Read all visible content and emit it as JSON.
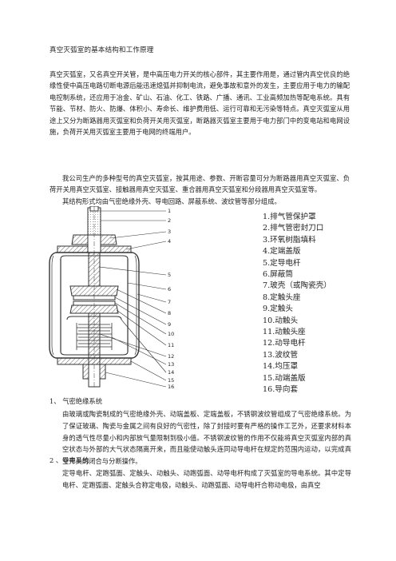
{
  "document": {
    "title": "真空灭弧室的基本结构和工作原理",
    "paragraphs": [
      "真空灭弧室，又名真空开关管，是中高压电力开关的核心部件，其主要作用是，通过管内真空优良的绝缘性使中高压电路切断电源后能迅速熄弧并抑制电流，避免事故和意外的发生，主要应用于电力的输配电控制系统，还应用于冶金、矿山、石油、化工、铁路、广播、通讯、工业高频加热等配电系统。具有节能、节材、防火、防爆、体积小、寿命长、维护费用低、运行可靠和无污染等特点。真空灭弧室从用途上又分为断路器用灭弧室和负荷开关用灭弧室，断路器灭弧室主要用于电力部门中的变电站和电网设施，负荷开关用灭弧室主要用于电网的终端用户。",
      "我公司生产的多种型号的真空灭弧室，按其用途、参数、开断容量可分为断路器用真空灭弧室、负荷开关用真空灭弧室、接触器用真空灭弧室、重合器用真空灭弧室和分段器用真空灭弧室等。",
      "其结构形式均由气密绝缘外壳、导电回路、屏蔽系统、波纹管等部分组成。"
    ]
  },
  "figure": {
    "callout_numbers": [
      "1",
      "2",
      "3",
      "4",
      "5",
      "6",
      "7",
      "8",
      "9",
      "10",
      "11",
      "12",
      "13",
      "14",
      "15",
      "16"
    ],
    "legend": [
      "1.排气管保护罩",
      "2.排气管密封刀口",
      "3.环氧树脂填料",
      "4.定端盖版",
      "5.定导电杆",
      "6.屏蔽筒",
      "7.玻壳（或陶瓷壳）",
      "8.定触头座",
      "9.定触头",
      "10.动触头",
      "11.动触头座",
      "12.动导电杆",
      "13.波纹管",
      "14.均压罩",
      "15.动端盖版",
      "16.导向套"
    ]
  },
  "sections": [
    {
      "heading": "1、 气密绝缘系统",
      "body": "由玻璃或陶瓷制成的气密绝缘外壳、动端盖板、定端盖板，不锈钢波纹管组成了气密绝缘系统。为了保证玻璃、陶瓷与金属之间有良好的气密性，除了封接时要有严格的操作工艺外，还要求材料本身的透气性尽量小和内部放气量限制到极小值。不锈钢波纹管的作用不仅能将真空灭弧室内部的真空状态与外部的大气状态隔离开来，而且能使动触头连同动导电杆在规定的范围内运动，以完成真空开关的闭合与分断操作。"
    },
    {
      "heading": "2 、导电系统",
      "body": "定导电杆、定跑弧面、定触头、动触头、动跑弧面、动导电杆构成了灭弧室的导电系统。其中定导电杆、定跑弧面、定触头合称定电极，动触头、动跑弧面、动导电杆合称动电极，由真空"
    }
  ]
}
